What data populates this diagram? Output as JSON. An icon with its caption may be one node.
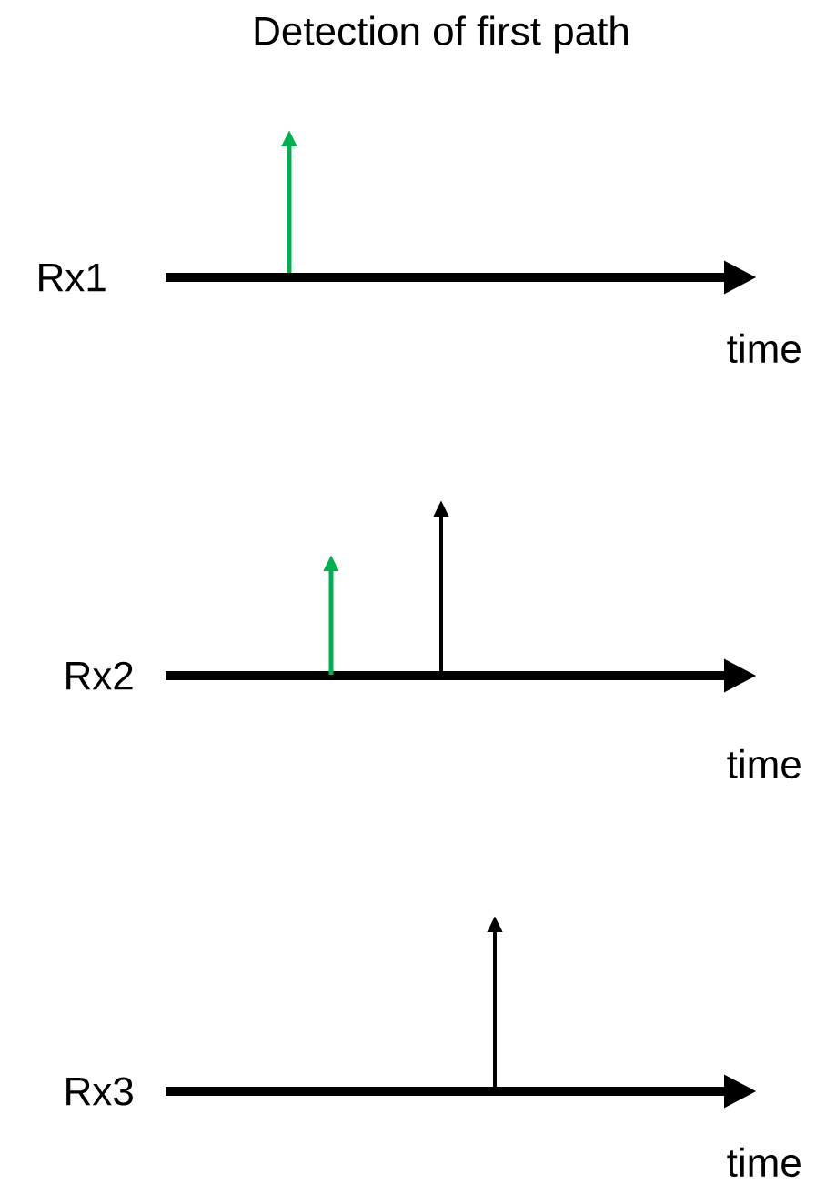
{
  "diagram": {
    "title": "Detection of first path",
    "labels": [
      "Rx1",
      "time",
      "Rx2",
      "time",
      "Rx3",
      "time"
    ]
  }
}
